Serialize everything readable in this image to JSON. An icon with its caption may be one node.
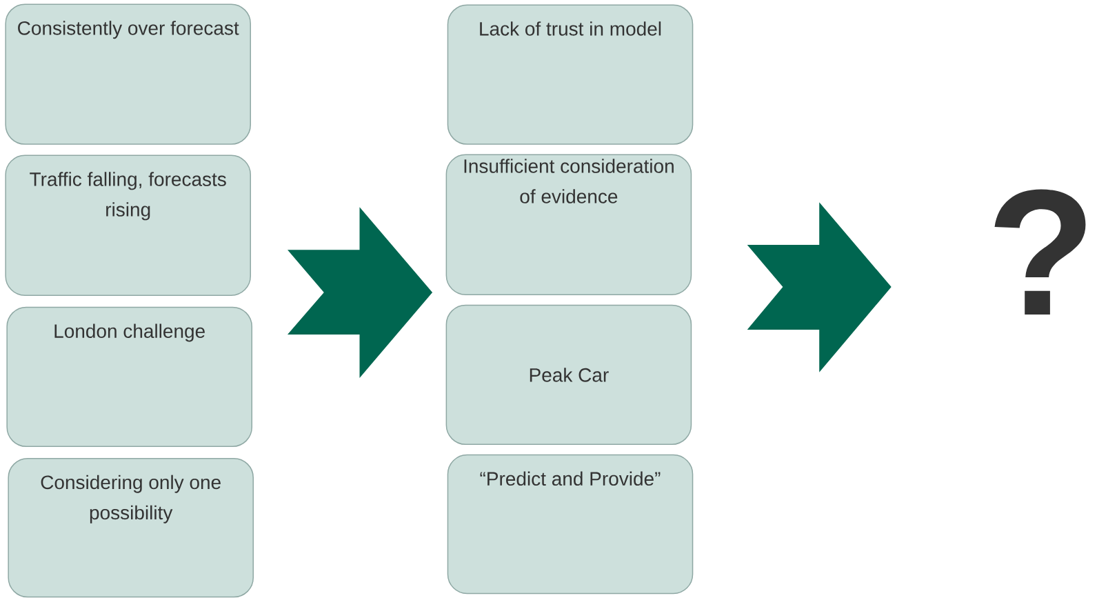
{
  "diagram": {
    "nodes": [
      {
        "text": [
          "Consistently over forecast"
        ]
      },
      {
        "text": [
          "Traffic falling, forecasts rising"
        ]
      },
      {
        "text": [
          "London challenge"
        ]
      },
      {
        "text": [
          "Considering only one possibility"
        ]
      },
      {
        "text": [
          "Lack of trust in model"
        ]
      },
      {
        "text": [
          "Insufficient consideration of evidence"
        ]
      },
      {
        "text": [
          "Peak Car"
        ]
      },
      {
        "text": [
          "“Predict and Provide”"
        ]
      }
    ],
    "labels": [
      "?"
    ]
  }
}
